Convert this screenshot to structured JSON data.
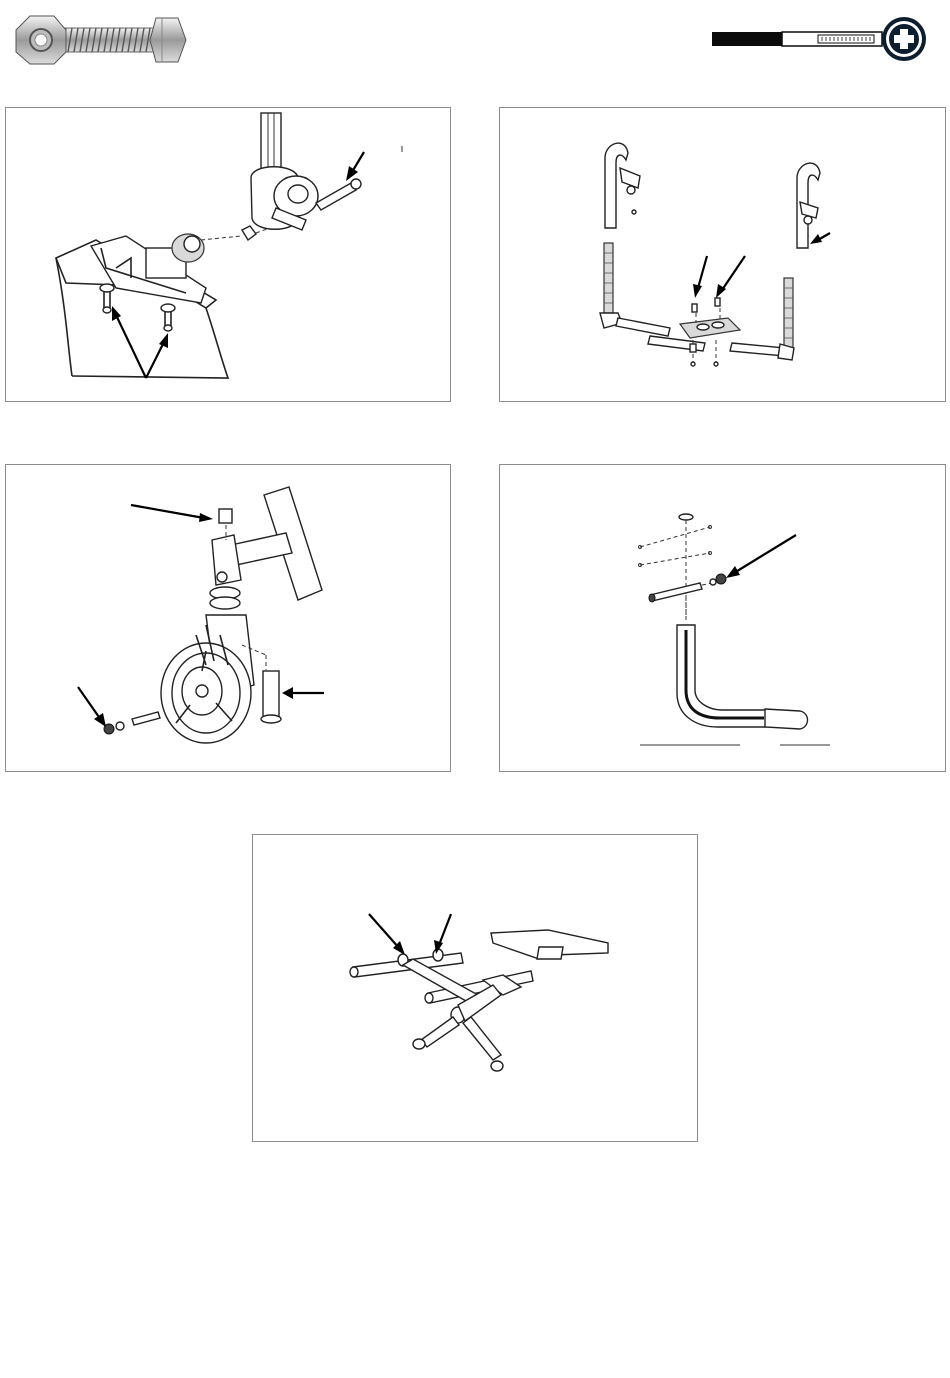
{
  "header": {
    "logo_icon": "nut-and-bolt-icon",
    "badge_icon": "medical-cross-icon",
    "colors": {
      "bar": "#0b0b0b",
      "badge": "#0d1e2e"
    }
  },
  "figures": [
    {
      "id": "footrest-bracket",
      "icon": "footrest-bracket-diagram"
    },
    {
      "id": "backrest-frame",
      "icon": "backrest-frame-diagram"
    },
    {
      "id": "caster-fork",
      "icon": "caster-wheel-diagram"
    },
    {
      "id": "armrest-tube",
      "icon": "armrest-tube-diagram"
    },
    {
      "id": "cross-brace",
      "icon": "cross-brace-diagram"
    }
  ]
}
